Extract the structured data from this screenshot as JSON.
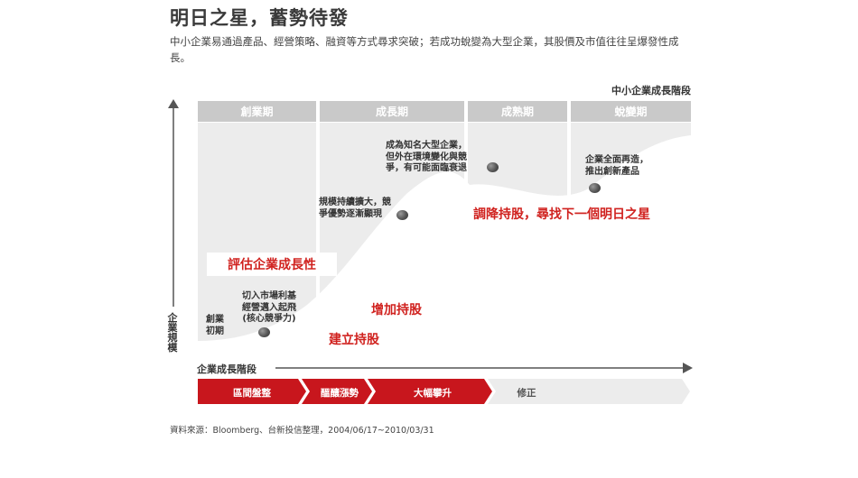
{
  "header": {
    "title": "明日之星，蓄勢待發",
    "subtitle": "中小企業易通過產品、經營策略、融資等方式尋求突破；若成功蛻變為大型企業，其股價及市值往往呈爆發性成長。"
  },
  "stage_label": "中小企業成長階段",
  "phases": [
    "創業期",
    "成長期",
    "成熟期",
    "蛻變期"
  ],
  "y_axis_label": "企業規模",
  "x_axis_label": "企業成長階段",
  "milestones": [
    {
      "text": "創業\n初期"
    },
    {
      "text": "切入市場利基\n經營邁入起飛\n(核心競爭力)"
    },
    {
      "text": "規模持續擴大，競\n爭優勢逐漸顯現"
    },
    {
      "text": "成為知名大型企業，\n但外在環境變化與競\n爭，有可能面臨衰退"
    },
    {
      "text": "企業全面再造，\n推出創新產品"
    }
  ],
  "actions": {
    "evaluate": "評估企業成長性",
    "build": "建立持股",
    "increase": "增加持股",
    "reduce": "調降持股，尋找下一個明日之星"
  },
  "price_stages": [
    {
      "label": "區間盤整"
    },
    {
      "label": "醞釀漲勢"
    },
    {
      "label": "大幅攀升"
    },
    {
      "label": "修正"
    }
  ],
  "source": "資料來源：Bloomberg、台新投信整理，2004/06/17~2010/03/31",
  "colors": {
    "red": "#c8161d",
    "phase_bg": "#c9c9c9",
    "panel_bg": "#ececec",
    "curve_fill": "#ffffff",
    "correction_bg": "#ececec"
  }
}
